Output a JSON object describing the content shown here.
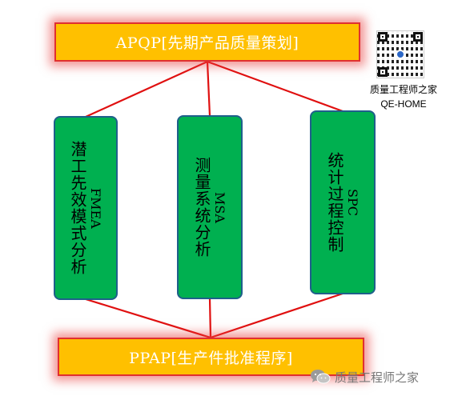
{
  "diagram": {
    "top_box": {
      "label": "APQP[先期产品质量策划]"
    },
    "columns": [
      {
        "en": "FMEA",
        "zh": "潜工先效模式分析"
      },
      {
        "en": "MSA",
        "zh": "测量系统分析"
      },
      {
        "en": "SPC",
        "zh": "统计过程控制"
      }
    ],
    "bottom_box": {
      "label": "PPAP[生产件批准程序]"
    },
    "colors": {
      "top_box_fill": "#ffc000",
      "box_outline": "#e03030",
      "column_fill": "#00b050",
      "column_border": "#1f5f8b",
      "connector": "#e01010"
    }
  },
  "branding": {
    "qr_icon": "qr-code",
    "name_cn": "质量工程师之家",
    "name_en": "QE-HOME"
  },
  "watermark": {
    "icon": "wechat-icon",
    "text": "质量工程师之家"
  }
}
